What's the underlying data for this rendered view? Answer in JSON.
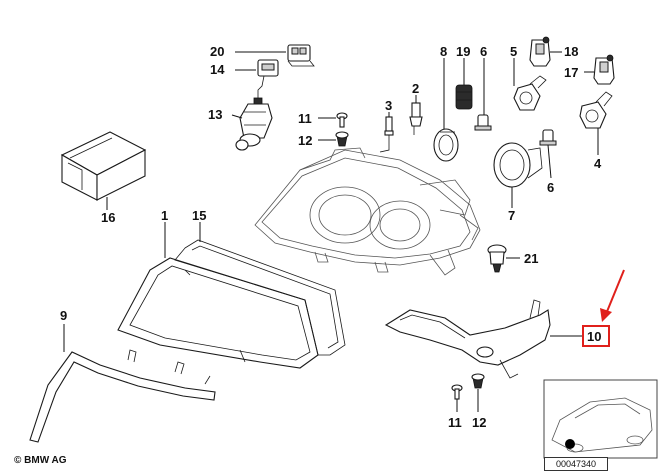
{
  "labels": [
    {
      "id": "20",
      "text": "20"
    },
    {
      "id": "14",
      "text": "14"
    },
    {
      "id": "13",
      "text": "13"
    },
    {
      "id": "16",
      "text": "16"
    },
    {
      "id": "1",
      "text": "1"
    },
    {
      "id": "15",
      "text": "15"
    },
    {
      "id": "9",
      "text": "9"
    },
    {
      "id": "11a",
      "text": "11"
    },
    {
      "id": "12a",
      "text": "12"
    },
    {
      "id": "3",
      "text": "3"
    },
    {
      "id": "2",
      "text": "2"
    },
    {
      "id": "8",
      "text": "8"
    },
    {
      "id": "19",
      "text": "19"
    },
    {
      "id": "6a",
      "text": "6"
    },
    {
      "id": "5",
      "text": "5"
    },
    {
      "id": "18",
      "text": "18"
    },
    {
      "id": "17",
      "text": "17"
    },
    {
      "id": "4",
      "text": "4"
    },
    {
      "id": "6b",
      "text": "6"
    },
    {
      "id": "7",
      "text": "7"
    },
    {
      "id": "21",
      "text": "21"
    },
    {
      "id": "10",
      "text": "10"
    },
    {
      "id": "11b",
      "text": "11"
    },
    {
      "id": "12b",
      "text": "12"
    }
  ],
  "highlight": {
    "label": "10",
    "color": "#e0201b"
  },
  "footer": {
    "copyright": "© BMW AG",
    "doc_number": "00047340"
  }
}
